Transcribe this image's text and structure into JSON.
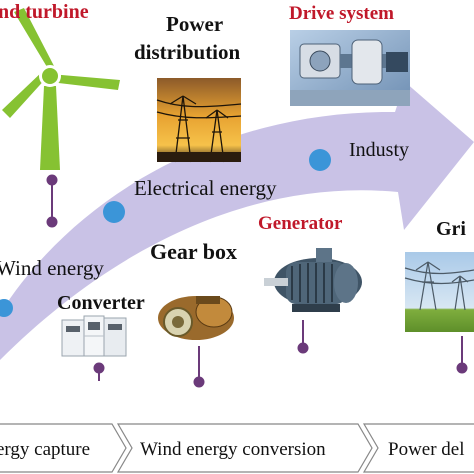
{
  "labels": {
    "wind_turbine": "nd turbine",
    "power_distribution_line1": "Power",
    "power_distribution_line2": "distribution",
    "drive_system": "Drive system",
    "industy": "Industy",
    "electrical_energy": "Electrical energy",
    "gear_box": "Gear box",
    "generator": "Generator",
    "grid": "Gri",
    "wind_energy": "Wind energy",
    "converter": "Converter"
  },
  "stages": [
    "ergy capture",
    "Wind energy conversion",
    "Power del"
  ],
  "colors": {
    "arrow": "#c9c2e6",
    "connector": "#6b3a7a",
    "marker": "#3b95d8",
    "highlight": "#c0182a",
    "turbine": "#86c232"
  },
  "icons": [
    "wind-turbine-icon",
    "power-tower-photo",
    "drive-system-photo",
    "converter-cabinet-photo",
    "gear-box-photo",
    "generator-motor-photo",
    "grid-power-line-photo"
  ]
}
